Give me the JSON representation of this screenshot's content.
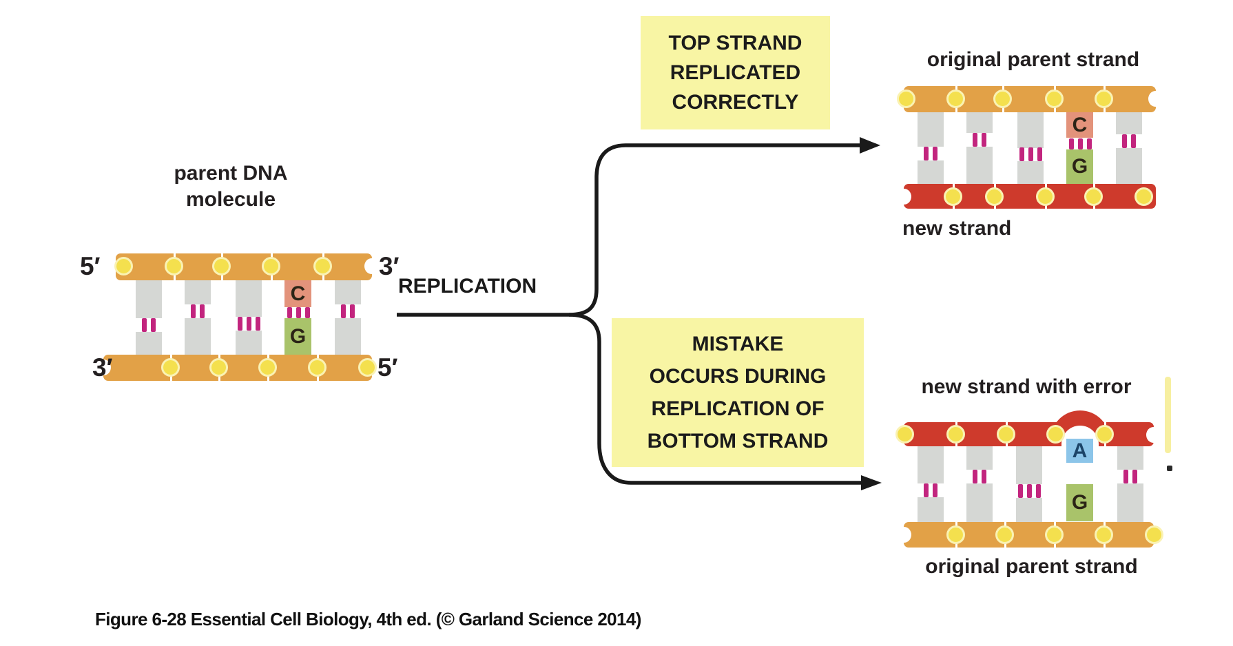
{
  "colors": {
    "strand_orange": "#E2A147",
    "strand_red": "#CE3A2C",
    "phosphate_yellow": "#F4E04E",
    "phosphate_ring": "#FAF2B3",
    "base_gray": "#D5D7D4",
    "hbond_magenta": "#C2257E",
    "base_c_salmon": "#E3937B",
    "base_g_green": "#A9C36A",
    "base_a_blue": "#8CC5E9",
    "callout_yellow": "#F8F5A4",
    "text_dark": "#231F20",
    "arrow_black": "#1A1A1A"
  },
  "parent_dna": {
    "title_line1": "parent DNA",
    "title_line2": "molecule",
    "top_left_end": "5′",
    "top_right_end": "3′",
    "bottom_left_end": "3′",
    "bottom_right_end": "5′",
    "highlight_top_base": "C",
    "highlight_bottom_base": "G"
  },
  "replication": {
    "label": "REPLICATION"
  },
  "outcome_correct": {
    "callout_lines": [
      "TOP STRAND",
      "REPLICATED",
      "CORRECTLY"
    ],
    "top_strand_label": "original parent strand",
    "bottom_strand_label": "new strand",
    "highlight_top_base": "C",
    "highlight_bottom_base": "G"
  },
  "outcome_error": {
    "callout_lines": [
      "MISTAKE",
      "OCCURS DURING",
      "REPLICATION OF",
      "BOTTOM STRAND"
    ],
    "top_strand_label": "new strand with error",
    "bottom_strand_label": "original parent strand",
    "highlight_top_base": "A",
    "highlight_bottom_base": "G"
  },
  "caption": "Figure 6-28  Essential Cell Biology, 4th ed. (© Garland Science 2014)"
}
